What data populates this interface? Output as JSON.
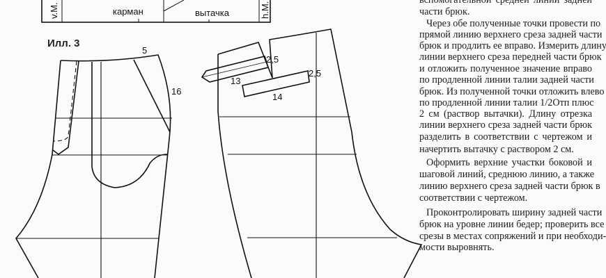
{
  "figure": {
    "title": "Илл. 3",
    "strip_labels": {
      "left": "v.M.",
      "pocket": "карман",
      "dart": "вытачка",
      "right": "h.M."
    },
    "front_labels": {
      "waist": "5",
      "side": "16"
    },
    "back_labels": {
      "welt1_len": "13",
      "welt1_width": "2,5",
      "welt2_len": "14",
      "welt2_width": "2,5"
    }
  },
  "text": {
    "lines": [
      "вспомогательной средней линии задней",
      "части брюк.",
      "Через обе полученные точки провести по",
      "прямой линию верхнего среза задней части",
      "брюк и продлить ее вправо. Измерить длину",
      "линии верхнего среза передней части брюк",
      "и отложить полученное значение вправо",
      "по продленной линии талии задней части",
      "брюк. Из полученной точки отложить влево",
      "по продленной линии талии 1/2Отп плюс",
      "2 см (раствор вытачки). Длину отрезка",
      "линии верхнего среза задней части брюк",
      "разделить в соответствии с чертежом и",
      "начертить вытачку с раствором 2 см.",
      "Оформить верхние участки боковой и",
      "шаговой линий, среднюю линию, а также",
      "линию верхнего среза задней части брюк в",
      "соответствии с чертежом.",
      "Проконтролировать ширину задней части",
      "брюк на уровне линии бедер; проверить все",
      "срезы в местах сопряжений и при необходи-",
      "мости выровнять."
    ]
  }
}
